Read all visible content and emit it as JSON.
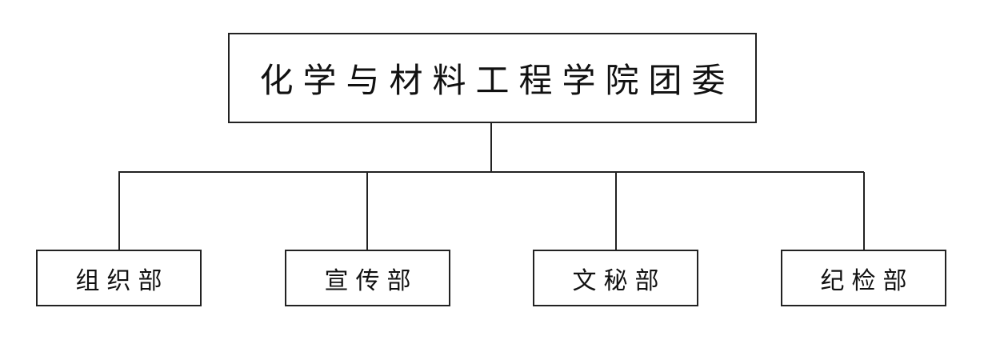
{
  "org_chart": {
    "root": {
      "label": "化学与材料工程学院团委"
    },
    "children": [
      {
        "label": "组织部"
      },
      {
        "label": "宣传部"
      },
      {
        "label": "文秘部"
      },
      {
        "label": "纪检部"
      }
    ]
  }
}
